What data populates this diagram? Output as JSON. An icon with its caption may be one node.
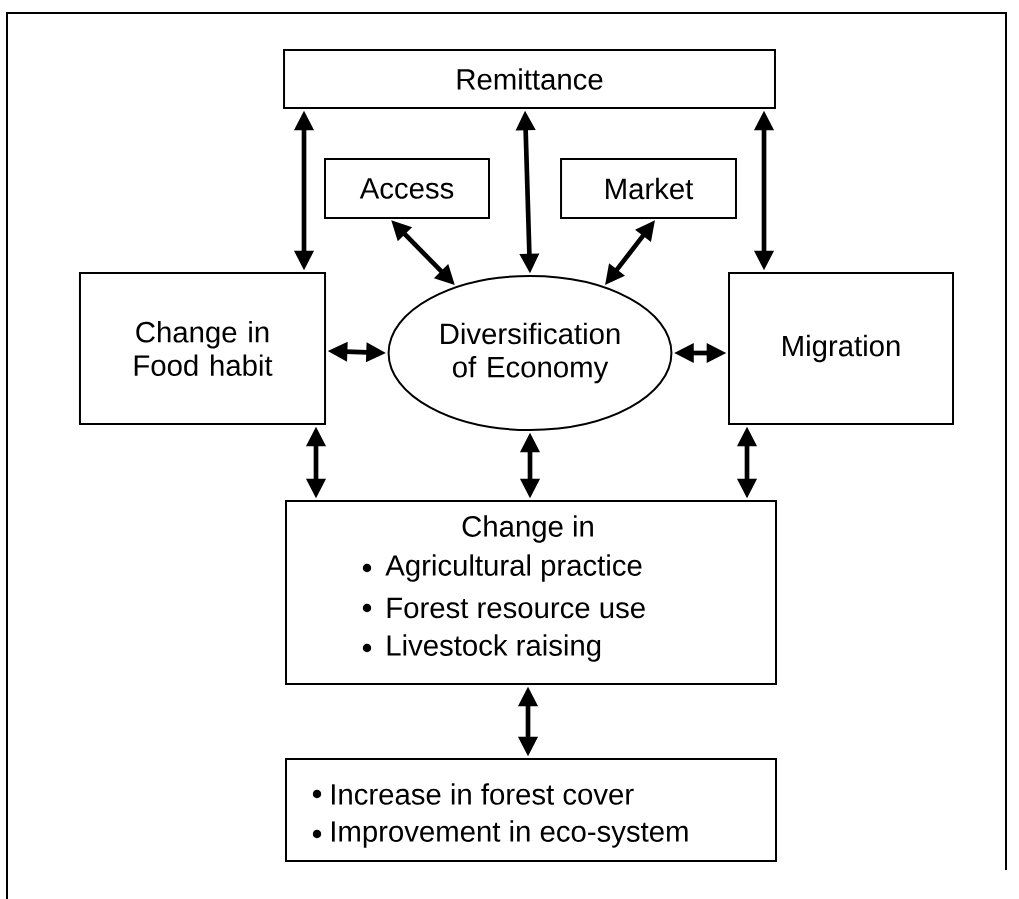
{
  "diagram": {
    "nodes": [
      {
        "text": [
          "Remittance"
        ]
      },
      {
        "text": [
          "Access"
        ]
      },
      {
        "text": [
          "Market"
        ]
      },
      {
        "text": [
          "Change in Food habit"
        ]
      },
      {
        "text": [
          "Diversification of Economy"
        ]
      },
      {
        "text": [
          "Migration"
        ]
      },
      {
        "text": [
          "Change in",
          "Agricultural practice",
          "Forest resource use",
          "Livestock raising"
        ]
      },
      {
        "text": [
          "Increase in forest cover",
          "Improvement in eco-system"
        ]
      }
    ],
    "edges": [
      {
        "from": 0,
        "to": 3,
        "arrow": "both"
      },
      {
        "from": 0,
        "to": 4,
        "arrow": "both"
      },
      {
        "from": 0,
        "to": 5,
        "arrow": "both"
      },
      {
        "from": 1,
        "to": 4,
        "arrow": "both"
      },
      {
        "from": 2,
        "to": 4,
        "arrow": "both"
      },
      {
        "from": 3,
        "to": 4,
        "arrow": "both"
      },
      {
        "from": 4,
        "to": 5,
        "arrow": "both"
      },
      {
        "from": 3,
        "to": 6,
        "arrow": "both"
      },
      {
        "from": 4,
        "to": 6,
        "arrow": "both"
      },
      {
        "from": 5,
        "to": 6,
        "arrow": "both"
      },
      {
        "from": 6,
        "to": 7,
        "arrow": "both"
      }
    ]
  }
}
